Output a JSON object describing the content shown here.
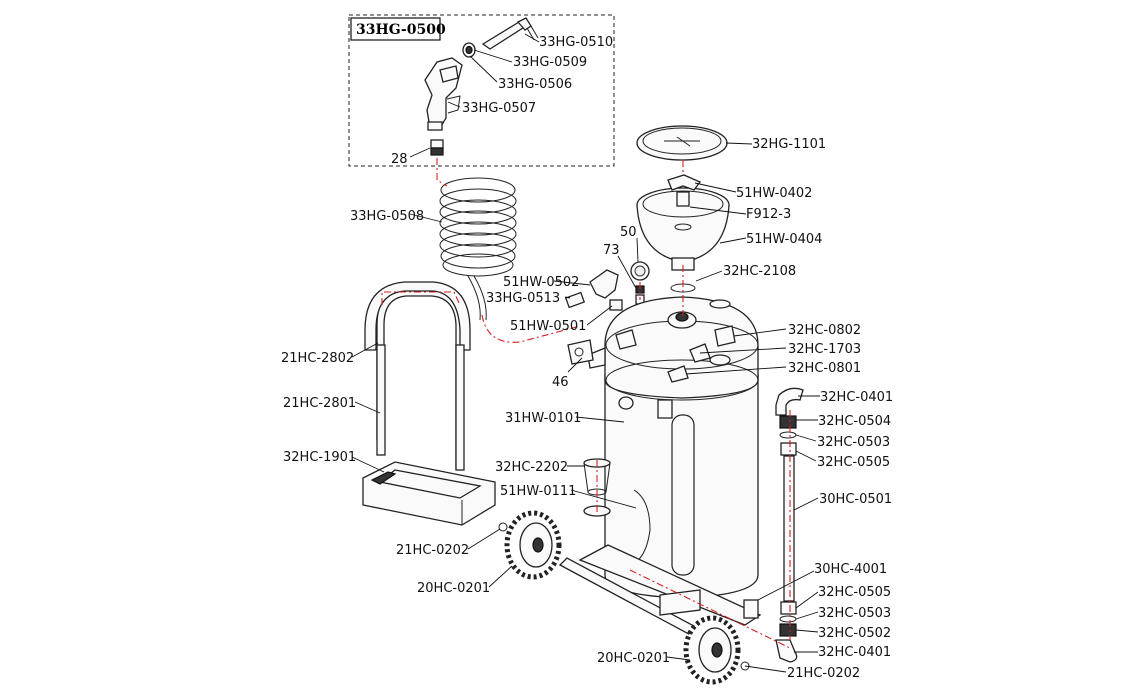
{
  "kit": {
    "title": "33HG-0500"
  },
  "parts": {
    "p_33HG_0510": "33HG-0510",
    "p_33HG_0509": "33HG-0509",
    "p_33HG_0506": "33HG-0506",
    "p_33HG_0507": "33HG-0507",
    "p_28": "28",
    "p_32HG_1101": "32HG-1101",
    "p_51HW_0402": "51HW-0402",
    "p_F912_3": "F912-3",
    "p_51HW_0404": "51HW-0404",
    "p_32HC_2108": "32HC-2108",
    "p_33HG_0508": "33HG-0508",
    "p_50": "50",
    "p_73": "73",
    "p_51HW_0502": "51HW-0502",
    "p_33HG_0513": "33HG-0513",
    "p_51HW_0501": "51HW-0501",
    "p_32HC_0802": "32HC-0802",
    "p_32HC_1703": "32HC-1703",
    "p_32HC_0801": "32HC-0801",
    "p_21HC_2802": "21HC-2802",
    "p_46": "46",
    "p_32HC_0401_top": "32HC-0401",
    "p_21HC_2801": "21HC-2801",
    "p_31HW_0101": "31HW-0101",
    "p_32HC_0504": "32HC-0504",
    "p_32HC_0503_top": "32HC-0503",
    "p_32HC_1901": "32HC-1901",
    "p_32HC_0505_top": "32HC-0505",
    "p_32HC_2202": "32HC-2202",
    "p_51HW_0111": "51HW-0111",
    "p_30HC_0501": "30HC-0501",
    "p_21HC_0202_left": "21HC-0202",
    "p_20HC_0201_left": "20HC-0201",
    "p_30HC_4001": "30HC-4001",
    "p_32HC_0505_bottom": "32HC-0505",
    "p_32HC_0503_bottom": "32HC-0503",
    "p_32HC_0502": "32HC-0502",
    "p_32HC_0401_bottom": "32HC-0401",
    "p_20HC_0201_bottom": "20HC-0201",
    "p_21HC_0202_bottom": "21HC-0202"
  }
}
